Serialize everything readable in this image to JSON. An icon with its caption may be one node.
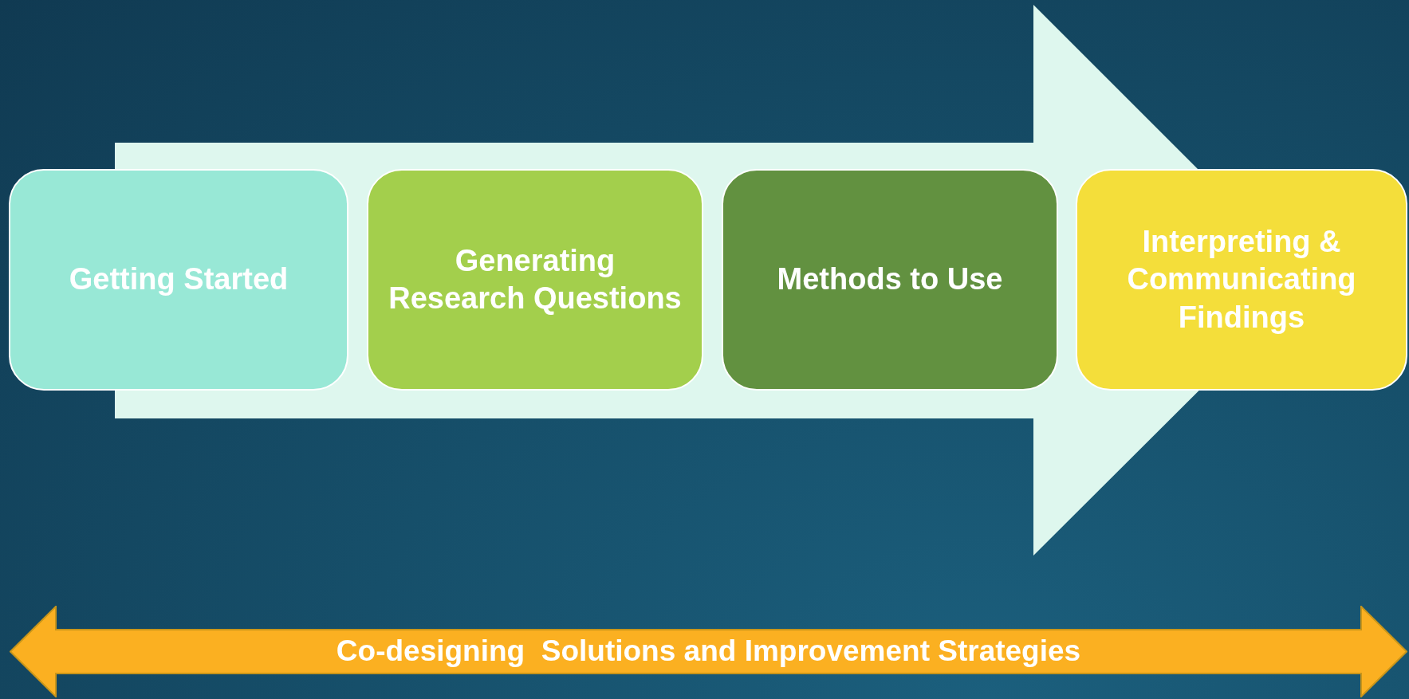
{
  "diagram": {
    "nodes": [
      {
        "text": [
          "Getting Started"
        ]
      },
      {
        "text": [
          "Generating Research Questions"
        ]
      },
      {
        "text": [
          "Methods to Use"
        ]
      },
      {
        "text": [
          "Interpreting & Communicating Findings"
        ]
      },
      {
        "text": [
          "Co-designing  Solutions and Improvement Strategies"
        ]
      }
    ],
    "edges": [
      {
        "from": 0,
        "to": 3,
        "arrow": "to"
      }
    ]
  }
}
